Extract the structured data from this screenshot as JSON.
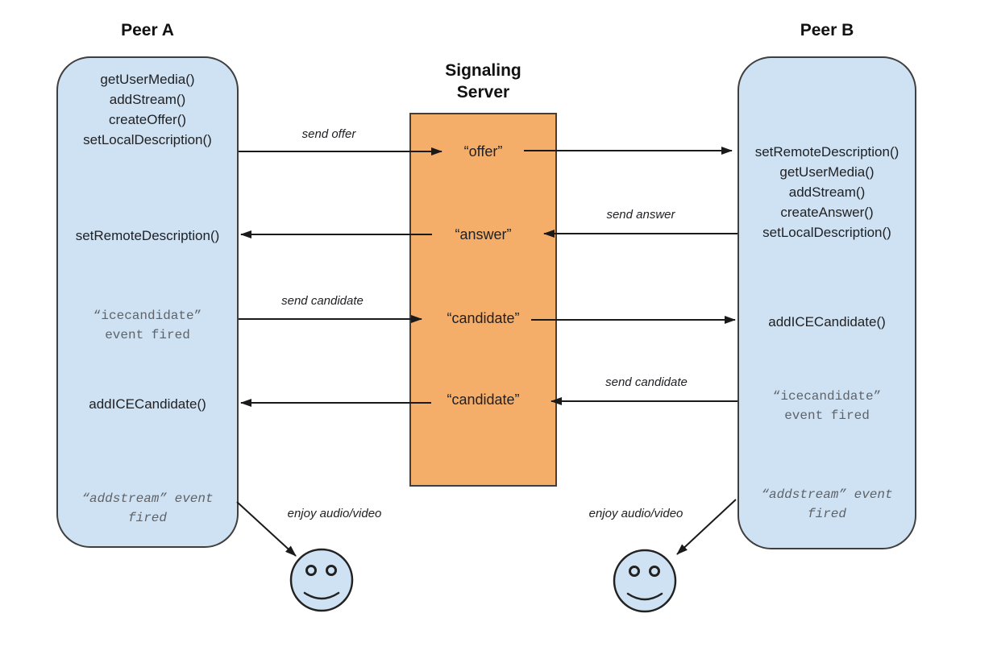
{
  "diagram": {
    "peer_a": {
      "title": "Peer A",
      "calls_initial": [
        "getUserMedia()",
        "addStream()",
        "createOffer()",
        "setLocalDescription()"
      ],
      "call_set_remote_description": "setRemoteDescription()",
      "event_icecandidate": "“icecandidate”\nevent fired",
      "call_add_ice_candidate": "addICECandidate()",
      "event_addstream": "“addstream” event\nfired"
    },
    "signaling_server": {
      "title": "Signaling\nServer",
      "messages": [
        "“offer”",
        "“answer”",
        "“candidate”",
        "“candidate”"
      ]
    },
    "peer_b": {
      "title": "Peer B",
      "calls_initial": [
        "setRemoteDescription()",
        "getUserMedia()",
        "addStream()",
        "createAnswer()",
        "setLocalDescription()"
      ],
      "call_add_ice_candidate": "addICECandidate()",
      "event_icecandidate": "“icecandidate”\nevent fired",
      "event_addstream": "“addstream” event\nfired"
    },
    "arrow_labels": {
      "send_offer": "send offer",
      "send_answer": "send answer",
      "send_candidate_left": "send candidate",
      "send_candidate_right": "send candidate",
      "enjoy_left": "enjoy audio/video",
      "enjoy_right": "enjoy audio/video"
    },
    "colors": {
      "peer_box_fill": "#cfe2f3",
      "server_box_fill": "#f4ae6a",
      "box_border": "#3f3f3f",
      "arrow_stroke": "#1a1a1a",
      "event_text": "#5f6368",
      "method_text": "#202124",
      "title_text": "#111111",
      "background": "#ffffff"
    }
  }
}
